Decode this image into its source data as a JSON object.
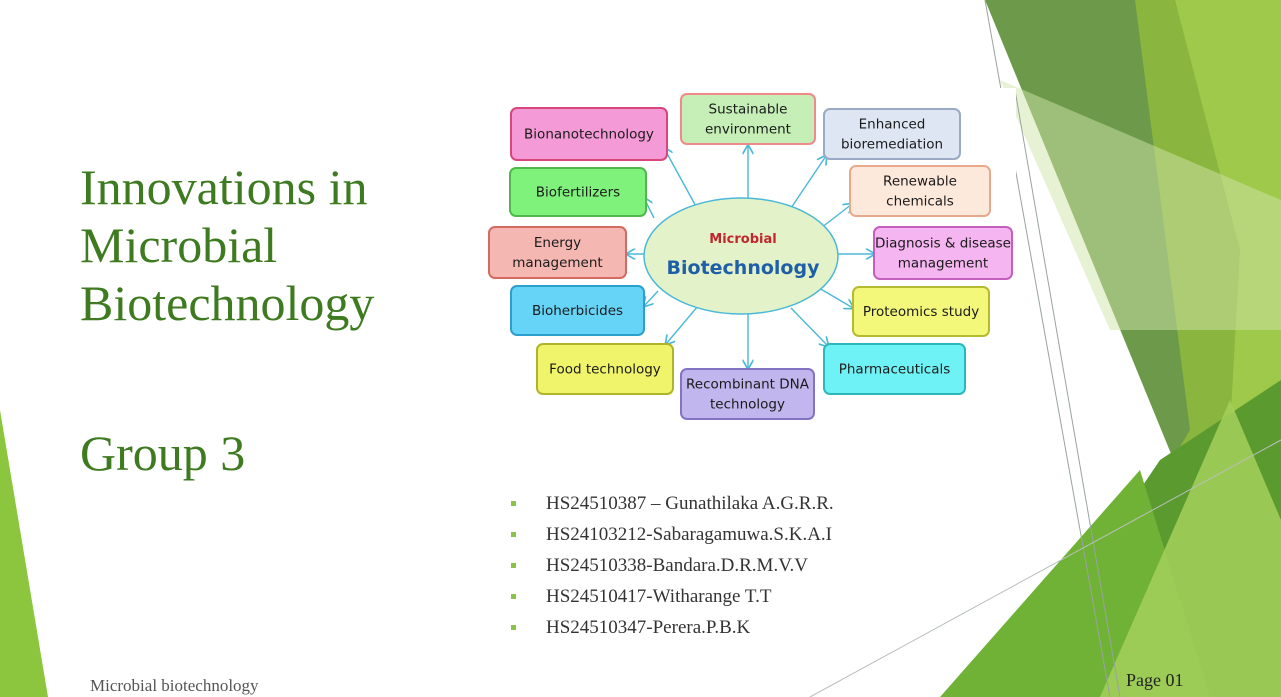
{
  "slide": {
    "title_lines": [
      "Innovations in",
      "Microbial",
      "Biotechnology"
    ],
    "subtitle": "Group 3",
    "footer": "Microbial biotechnology",
    "page_number": "Page 01"
  },
  "diagram": {
    "center": {
      "line1": "Microbial",
      "line2": "Biotechnology"
    },
    "boxes": [
      {
        "lines": [
          "Sustainable",
          "environment"
        ],
        "fill": "#c6efb7",
        "stroke": "#f08a8a"
      },
      {
        "lines": [
          "Bionanotechnology"
        ],
        "fill": "#f49ad6",
        "stroke": "#d9467c"
      },
      {
        "lines": [
          "Enhanced",
          "bioremediation"
        ],
        "fill": "#dfe6f3",
        "stroke": "#9aa9c4"
      },
      {
        "lines": [
          "Biofertilizers"
        ],
        "fill": "#7ef27a",
        "stroke": "#52b84e"
      },
      {
        "lines": [
          "Renewable",
          "chemicals"
        ],
        "fill": "#fde8dc",
        "stroke": "#e8a98b"
      },
      {
        "lines": [
          "Energy",
          "management"
        ],
        "fill": "#f5b7b2",
        "stroke": "#d46a62"
      },
      {
        "lines": [
          "Diagnosis & disease",
          "management"
        ],
        "fill": "#f5b5f0",
        "stroke": "#c45fbd"
      },
      {
        "lines": [
          "Bioherbicides"
        ],
        "fill": "#66d4f7",
        "stroke": "#2d9fcc"
      },
      {
        "lines": [
          "Proteomics study"
        ],
        "fill": "#f3f87a",
        "stroke": "#b6ba2e"
      },
      {
        "lines": [
          "Food technology"
        ],
        "fill": "#f0f46a",
        "stroke": "#b0b42a"
      },
      {
        "lines": [
          "Recombinant DNA",
          "technology"
        ],
        "fill": "#c2b6ee",
        "stroke": "#8273c4"
      },
      {
        "lines": [
          "Pharmaceuticals"
        ],
        "fill": "#6ef2f5",
        "stroke": "#2db7ba"
      }
    ]
  },
  "members": [
    "HS24510387 – Gunathilaka A.G.R.R.",
    "HS24103212-Sabaragamuwa.S.K.A.I",
    "HS24510338-Bandara.D.R.M.V.V",
    "HS24510417-Witharange T.T",
    "HS24510347-Perera.P.B.K"
  ],
  "colors": {
    "accent_green": "#3e7a1f",
    "bullet_green": "#8bc34a",
    "arrow_blue": "#4bb8d8",
    "center_fill": "#e3f2c8",
    "center_text_red": "#c0262d",
    "center_text_blue": "#1f5fa8"
  }
}
